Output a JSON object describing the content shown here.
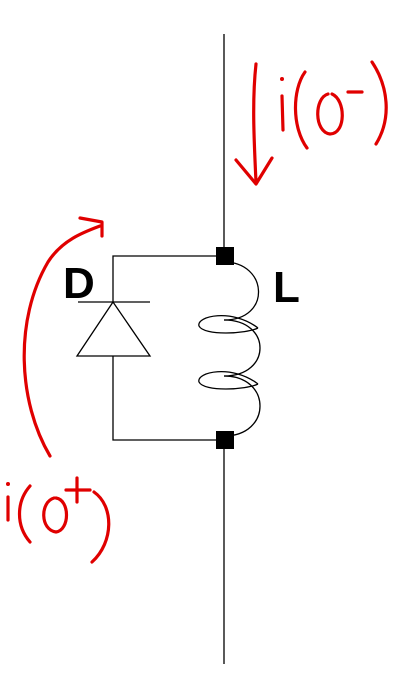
{
  "labels": {
    "diode": "D",
    "inductor": "L",
    "current_before": "i(0⁻)",
    "current_after": "i(0⁺)"
  },
  "colors": {
    "wire": "#000000",
    "annotation": "#e00000",
    "background": "#ffffff"
  }
}
